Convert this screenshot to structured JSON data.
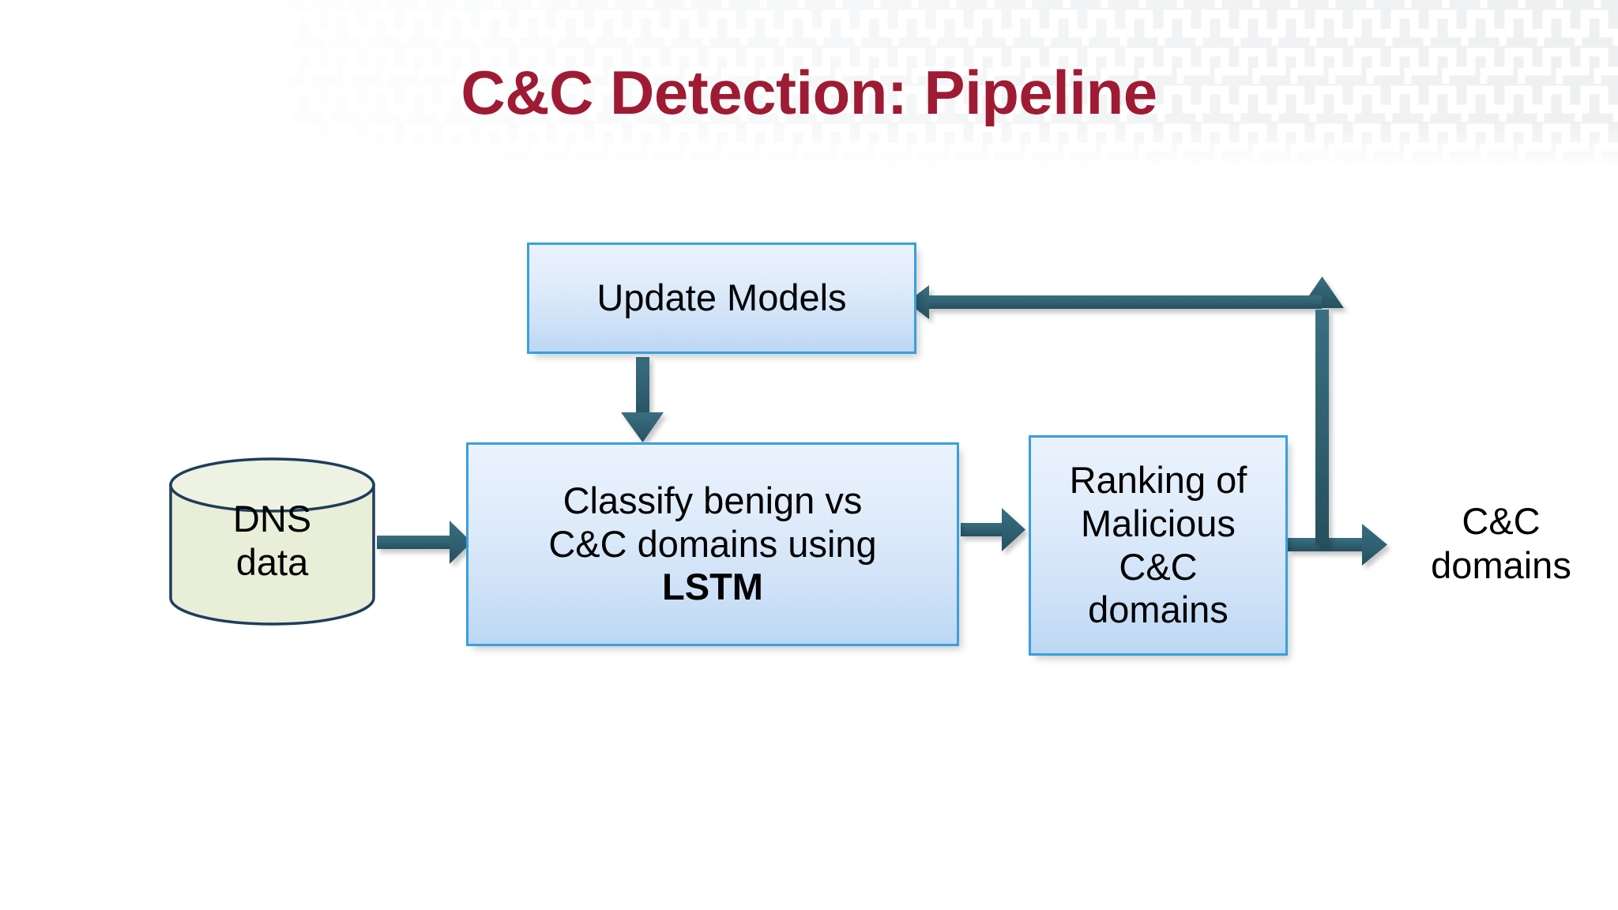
{
  "slide": {
    "title": "C&C Detection: Pipeline",
    "title_color": "#9e1b33",
    "background_color": "#ffffff",
    "header_texture": "zigzag-chevron-pattern"
  },
  "diagram": {
    "type": "flowchart",
    "accent_arrow_color": "#2f5f70",
    "box_border_color": "#3a9fe0",
    "box_fill_top": "#eaf2fd",
    "box_fill_bottom": "#bcd7f3",
    "cylinder_fill": "#e8eed8",
    "cylinder_border": "#1f3d5c",
    "nodes": [
      {
        "id": "dns-data",
        "shape": "cylinder",
        "line1": "DNS",
        "line2": "data"
      },
      {
        "id": "update-models",
        "shape": "rectangle",
        "label": "Update Models"
      },
      {
        "id": "classify",
        "shape": "rectangle",
        "line1": "Classify benign vs",
        "line2": "C&C domains using",
        "line3": "LSTM",
        "line3_bold": true
      },
      {
        "id": "ranking",
        "shape": "rectangle",
        "line1": "Ranking of",
        "line2": "Malicious",
        "line3": "C&C",
        "line4": "domains"
      },
      {
        "id": "cc-domains-output",
        "shape": "text",
        "line1": "C&C",
        "line2": "domains"
      }
    ],
    "edges": [
      {
        "id": "dns-to-classify",
        "from": "dns-data",
        "to": "classify",
        "direction": "right"
      },
      {
        "id": "update-to-classify",
        "from": "update-models",
        "to": "classify",
        "direction": "down"
      },
      {
        "id": "classify-to-ranking",
        "from": "classify",
        "to": "ranking",
        "direction": "right"
      },
      {
        "id": "ranking-to-output",
        "from": "ranking",
        "to": "cc-domains-output",
        "direction": "right"
      },
      {
        "id": "feedback-to-update",
        "from": "ranking",
        "to": "update-models",
        "direction": "up-then-left"
      }
    ]
  }
}
